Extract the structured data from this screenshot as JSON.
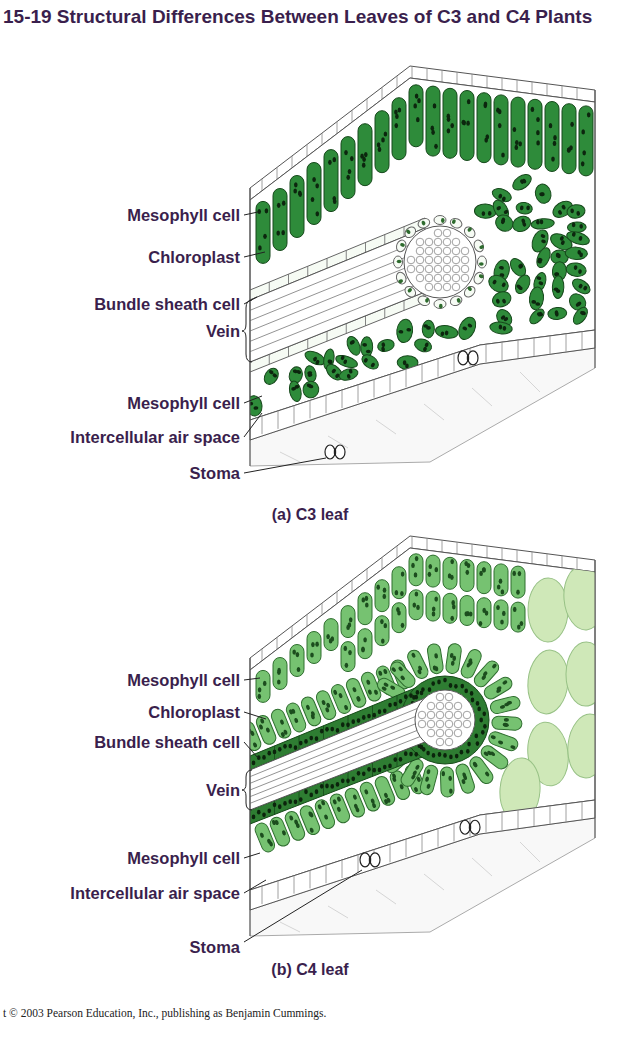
{
  "diagram": {
    "title": "15-19 Structural Differences Between Leaves of C3 and C4 Plants",
    "labels": [
      "Mesophyll cell",
      "Chloroplast",
      "Bundle sheath cell",
      "Vein",
      "Mesophyll cell",
      "Intercellular air space",
      "Stoma",
      "(a) C3 leaf",
      "Mesophyll cell",
      "Chloroplast",
      "Bundle sheath cell",
      "Vein",
      "Mesophyll cell",
      "Intercellular air space",
      "Stoma",
      "(b) C4 leaf",
      "t © 2003 Pearson Education, Inc., publishing as Benjamin Cummings."
    ]
  }
}
